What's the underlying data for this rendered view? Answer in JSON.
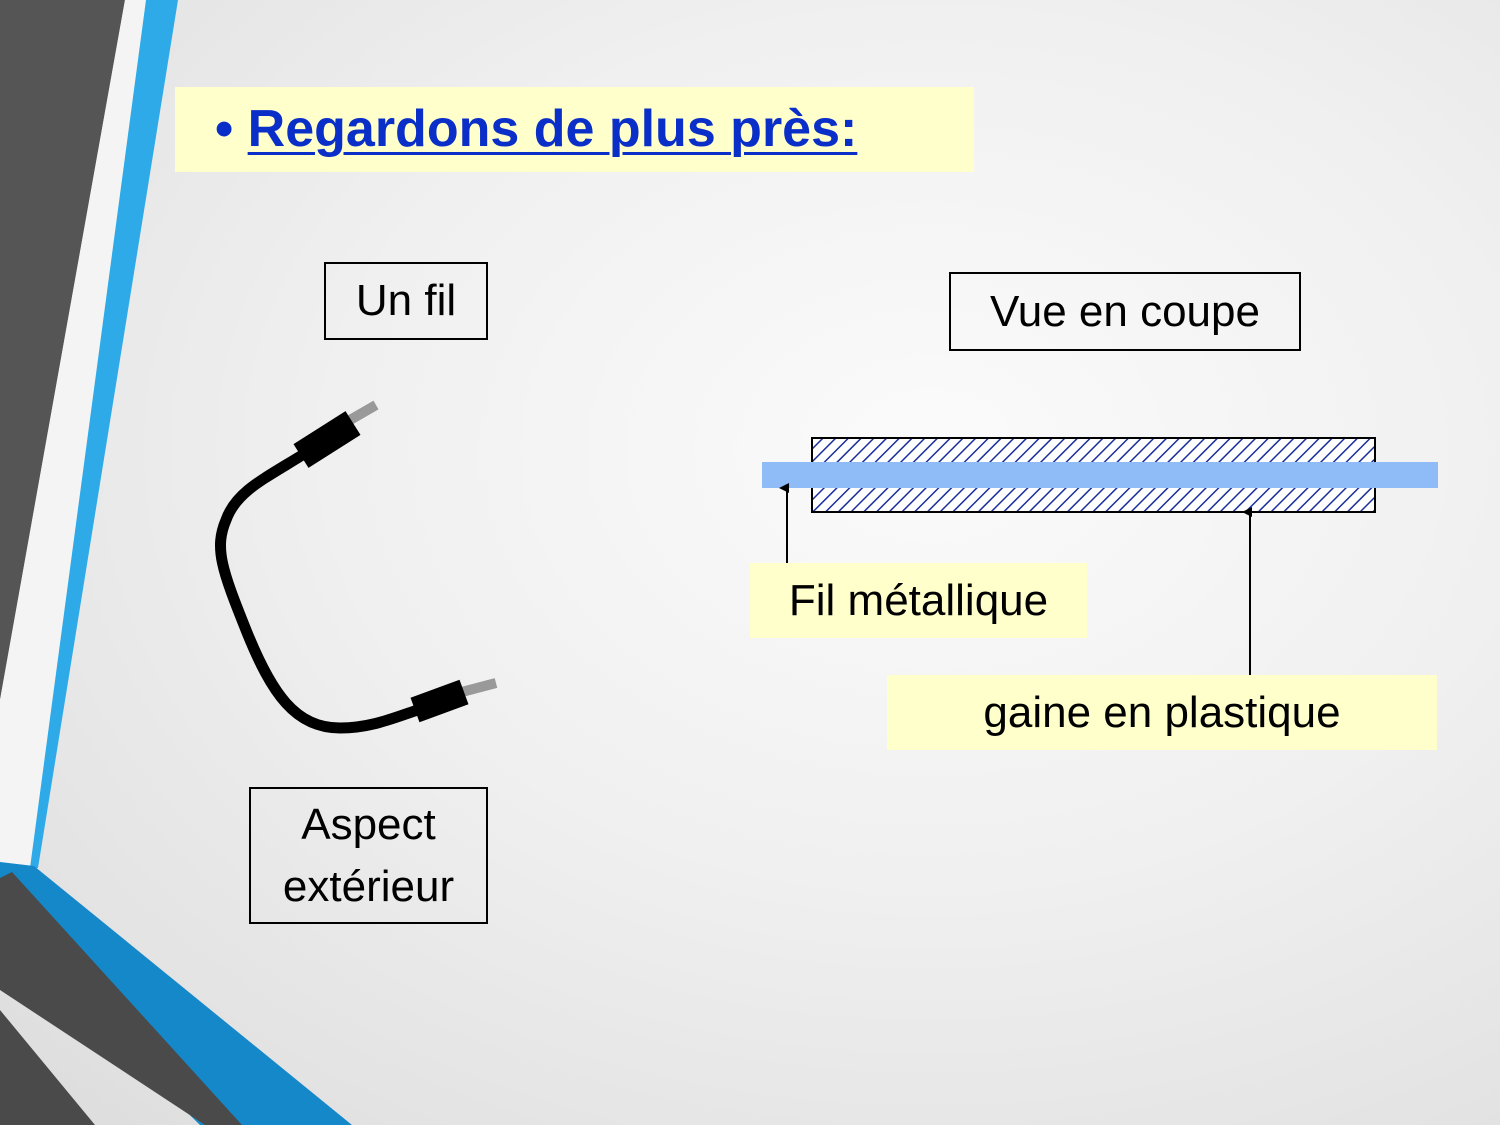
{
  "colors": {
    "accent_blue": "#2eaae8",
    "accent_dark_blue": "#1588c9",
    "stripe_dark": "#555555",
    "title_text": "#0a2fc8",
    "title_bg": "#ffffcc",
    "metal_wire": "#8fbcf6",
    "hatch": "#1a2f9c"
  },
  "slide": {
    "title": {
      "bullet": "• ",
      "text": "Regardons de plus près:"
    }
  },
  "left_panel": {
    "label_top": "Un fil",
    "label_bottom_line1": "Aspect",
    "label_bottom_line2": "extérieur",
    "illustration": "wire-with-connectors"
  },
  "right_panel": {
    "label_top": "Vue en coupe",
    "callout_metal": "Fil métallique",
    "callout_sheath": "gaine en plastique"
  }
}
